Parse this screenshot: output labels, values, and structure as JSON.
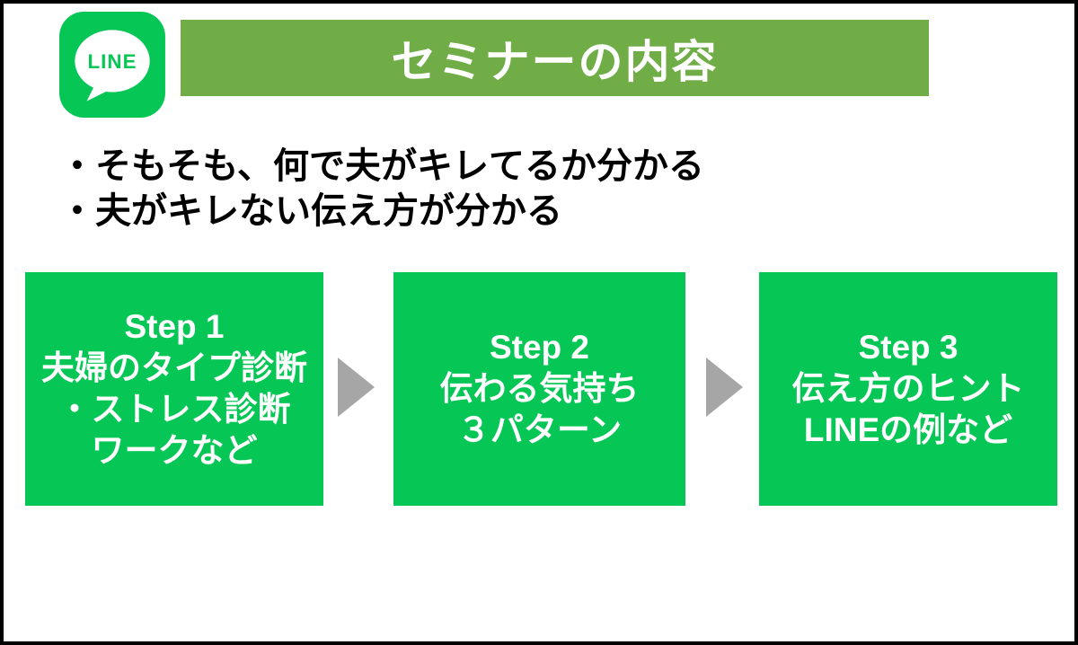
{
  "colors": {
    "step_green": "#06C755",
    "header_green": "#70AD47",
    "arrow_gray": "#A6A6A6",
    "logo_green": "#06C755"
  },
  "logo": {
    "label": "LINE"
  },
  "header": {
    "title": "セミナーの内容"
  },
  "bullets": [
    "・そもそも、何で夫がキレてるか分かる",
    "・夫がキレない伝え方が分かる"
  ],
  "steps": [
    {
      "lines": [
        "Step 1",
        "夫婦のタイプ診断",
        "・ストレス診断",
        "ワークなど"
      ]
    },
    {
      "lines": [
        "Step 2",
        "伝わる気持ち",
        "３パターン"
      ]
    },
    {
      "lines": [
        "Step 3",
        "伝え方のヒント",
        "LINEの例など"
      ]
    }
  ]
}
